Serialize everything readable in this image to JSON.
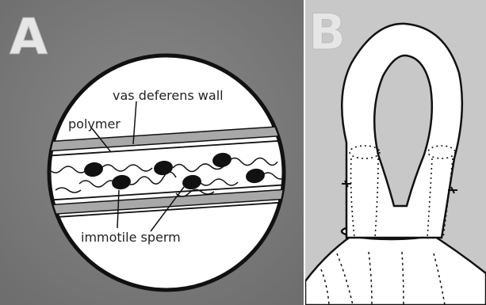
{
  "panel_a": {
    "letter": "A",
    "labels": {
      "wall": "vas deferens wall",
      "polymer": "polymer",
      "sperm": "immotile sperm"
    }
  },
  "panel_b": {
    "letter": "B"
  },
  "colors": {
    "panel_a_background": "#7a7a7a",
    "panel_b_background": "#c8c8c8",
    "letter_fill": "#e6e6e6",
    "line": "#111111",
    "sperm": "#111111",
    "vessel_band": "#a8a8a8"
  }
}
